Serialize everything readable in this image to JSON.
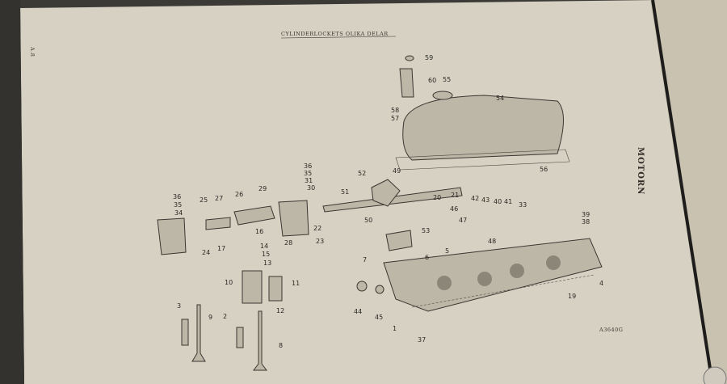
{
  "page": {
    "header_title": "CYLINDERLOCKETS OLIKA DELAR",
    "page_number": "A.8",
    "side_title": "MOTORN",
    "figure_code": "A3640G"
  },
  "labels": [
    "59",
    "60",
    "55",
    "54",
    "58",
    "57",
    "56",
    "36",
    "35",
    "31",
    "30",
    "29",
    "52",
    "49",
    "51",
    "20",
    "21",
    "42",
    "43",
    "40",
    "41",
    "33",
    "36",
    "35",
    "34",
    "25",
    "27",
    "26",
    "22",
    "28",
    "23",
    "46",
    "47",
    "50",
    "53",
    "48",
    "39",
    "38",
    "16",
    "14",
    "15",
    "17",
    "24",
    "13",
    "10",
    "11",
    "12",
    "7",
    "6",
    "5",
    "4",
    "44",
    "45",
    "19",
    "1",
    "3",
    "9",
    "2",
    "8",
    "37"
  ],
  "colors": {
    "paper": "#d9d4c6",
    "ink": "#2a2824",
    "background": "#3b3a36"
  }
}
